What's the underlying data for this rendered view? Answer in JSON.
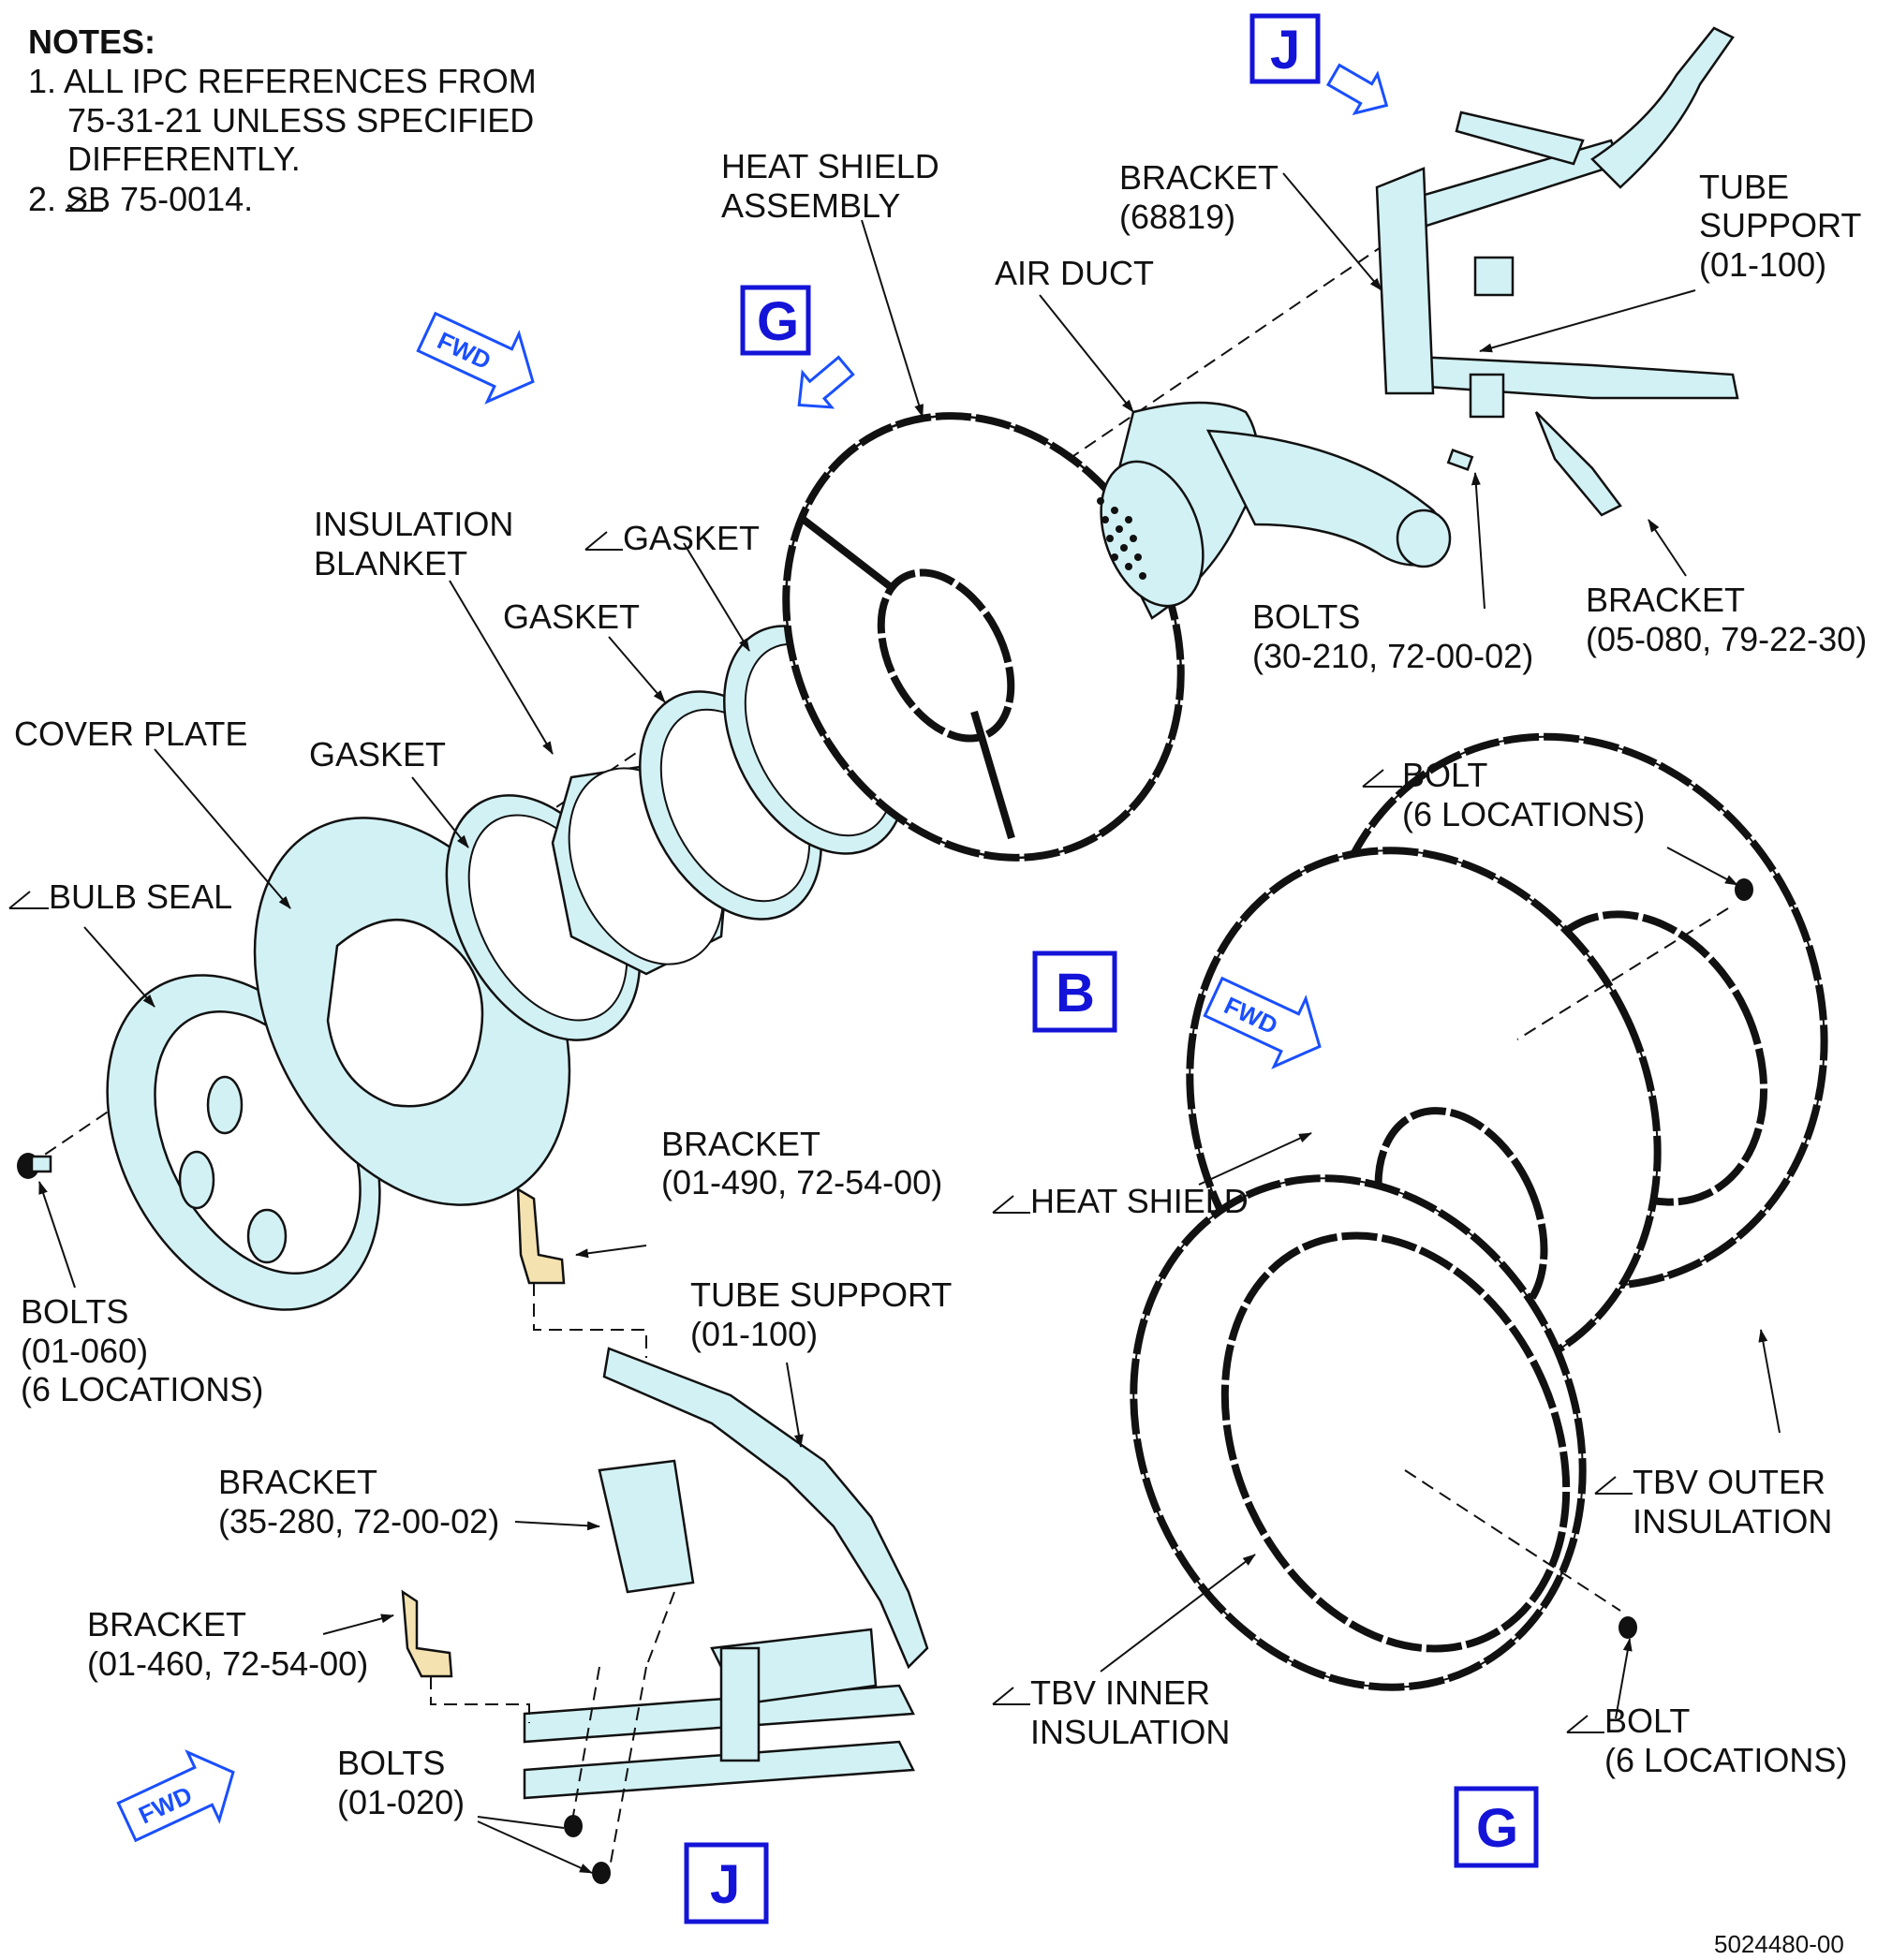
{
  "notes": {
    "heading": "NOTES:",
    "lines": [
      "1. ALL IPC REFERENCES FROM",
      "75-31-21 UNLESS SPECIFIED",
      "DIFFERENTLY.",
      "2.   SB 75-0014."
    ]
  },
  "view_tags": {
    "B": "B",
    "G": "G",
    "J": "J"
  },
  "fwd": "FWD",
  "labels": {
    "heat_shield_assembly": [
      "HEAT SHIELD",
      "ASSEMBLY"
    ],
    "bracket_68819": [
      "BRACKET",
      "(68819)"
    ],
    "air_duct": "AIR DUCT",
    "tube_support_top": [
      "TUBE",
      "SUPPORT",
      "(01-100)"
    ],
    "insulation_blanket": [
      "INSULATION",
      "BLANKET"
    ],
    "gasket_sb": "GASKET",
    "gasket_mid": "GASKET",
    "gasket_left": "GASKET",
    "cover_plate": "COVER PLATE",
    "bulb_seal": "BULB SEAL",
    "bolts_30_210": [
      "BOLTS",
      "(30-210, 72-00-02)"
    ],
    "bracket_05_080": [
      "BRACKET",
      "(05-080, 79-22-30)"
    ],
    "bolt_6_top": [
      "BOLT",
      "(6 LOCATIONS)"
    ],
    "bolts_01_060": [
      "BOLTS",
      "(01-060)",
      "(6 LOCATIONS)"
    ],
    "bracket_01_490": [
      "BRACKET",
      "(01-490, 72-54-00)"
    ],
    "heat_shield": "HEAT SHIELD",
    "tube_support_j": [
      "TUBE SUPPORT",
      "(01-100)"
    ],
    "bracket_35_280": [
      "BRACKET",
      "(35-280, 72-00-02)"
    ],
    "bracket_01_460": [
      "BRACKET",
      "(01-460, 72-54-00)"
    ],
    "bolts_01_020": [
      "BOLTS",
      "(01-020)"
    ],
    "tbv_outer": [
      "TBV OUTER",
      "INSULATION"
    ],
    "tbv_inner": [
      "TBV INNER",
      "INSULATION"
    ],
    "bolt_6_bottom": [
      "BOLT",
      "(6 LOCATIONS)"
    ]
  },
  "figure_number": "5024480-00"
}
